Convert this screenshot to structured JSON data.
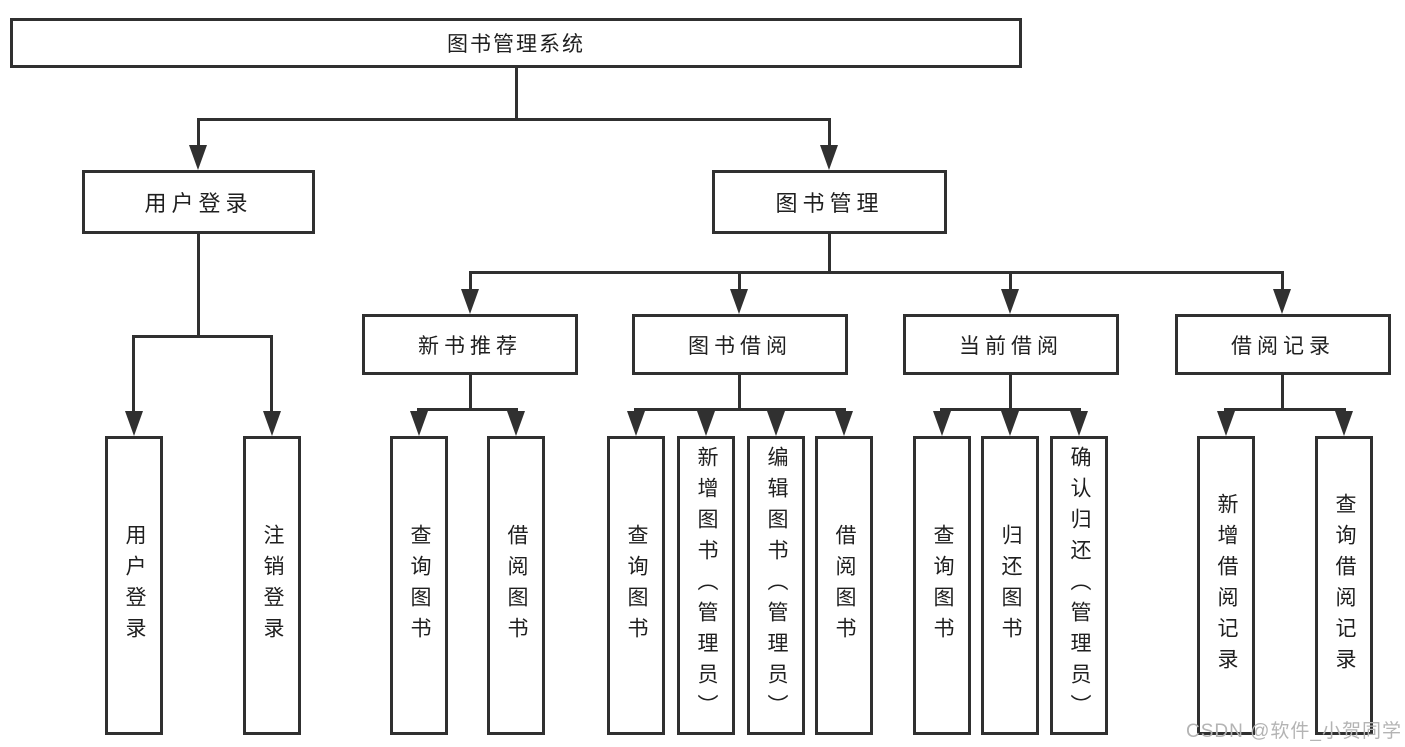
{
  "tree": {
    "root": {
      "label": "图书管理系统"
    },
    "branches": [
      {
        "label": "用户登录",
        "children": [
          {
            "label": "用户登录"
          },
          {
            "label": "注销登录"
          }
        ]
      },
      {
        "label": "图书管理",
        "children": [
          {
            "label": "新书推荐",
            "children": [
              {
                "label": "查询图书"
              },
              {
                "label": "借阅图书"
              }
            ]
          },
          {
            "label": "图书借阅",
            "children": [
              {
                "label": "查询图书"
              },
              {
                "label": "新增图书（管理员）"
              },
              {
                "label": "编辑图书（管理员）"
              },
              {
                "label": "借阅图书"
              }
            ]
          },
          {
            "label": "当前借阅",
            "children": [
              {
                "label": "查询图书"
              },
              {
                "label": "归还图书"
              },
              {
                "label": "确认归还（管理员）"
              }
            ]
          },
          {
            "label": "借阅记录",
            "children": [
              {
                "label": "新增借阅记录"
              },
              {
                "label": "查询借阅记录"
              }
            ]
          }
        ]
      }
    ]
  },
  "watermark": {
    "text": "CSDN @软件_小贺同学"
  },
  "colors": {
    "line": "#303030",
    "box_border": "#303030",
    "text": "#1f1f1f",
    "watermark": "#b4b4b4",
    "background": "#ffffff"
  }
}
